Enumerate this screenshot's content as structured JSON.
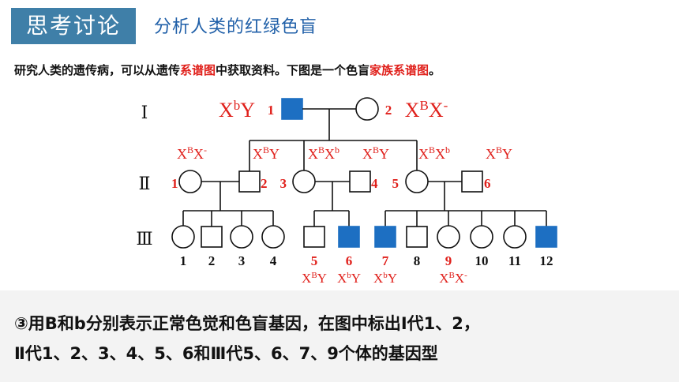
{
  "header": {
    "title": "思考讨论",
    "subtitle": "分析人类的红绿色盲"
  },
  "intro": {
    "part1": "研究人类的遗传病，可以从遗传",
    "hl1": "系谱图",
    "part2": "中获取资料。下图是一个色盲",
    "hl2": "家族系谱图",
    "part3": "。"
  },
  "pedigree": {
    "generations": [
      "Ⅰ",
      "Ⅱ",
      "Ⅲ"
    ],
    "gen1": {
      "numbers": [
        "1",
        "2"
      ],
      "genotypes": [
        "X^bY",
        "X^BX^-"
      ]
    },
    "gen2": {
      "numbers": [
        "1",
        "2",
        "3",
        "4",
        "5",
        "6"
      ],
      "genotypes": [
        "X^BX^-",
        "X^BY",
        "X^BX^b",
        "X^BY",
        "X^BX^b",
        "X^BY"
      ]
    },
    "gen3": {
      "numbers": [
        "1",
        "2",
        "3",
        "4",
        "5",
        "6",
        "7",
        "8",
        "9",
        "10",
        "11",
        "12"
      ],
      "labeled_genotypes": [
        {
          "number": "5",
          "genotype": "X^BY"
        },
        {
          "number": "6",
          "genotype": "X^bY"
        },
        {
          "number": "7",
          "genotype": "X^bY"
        },
        {
          "number": "9",
          "genotype": "X^BX^-"
        }
      ]
    },
    "colors": {
      "affected_fill": "#1d6fc2",
      "line": "#111111",
      "genotype_text": "#e0201b",
      "highlight_number": "#e0201b"
    }
  },
  "question": {
    "line1": "③用B和b分别表示正常色觉和色盲基因，在图中标出I代1、2，",
    "line2": "Ⅱ代1、2、3、4、5、6和Ⅲ代5、6、7、9个体的基因型"
  }
}
